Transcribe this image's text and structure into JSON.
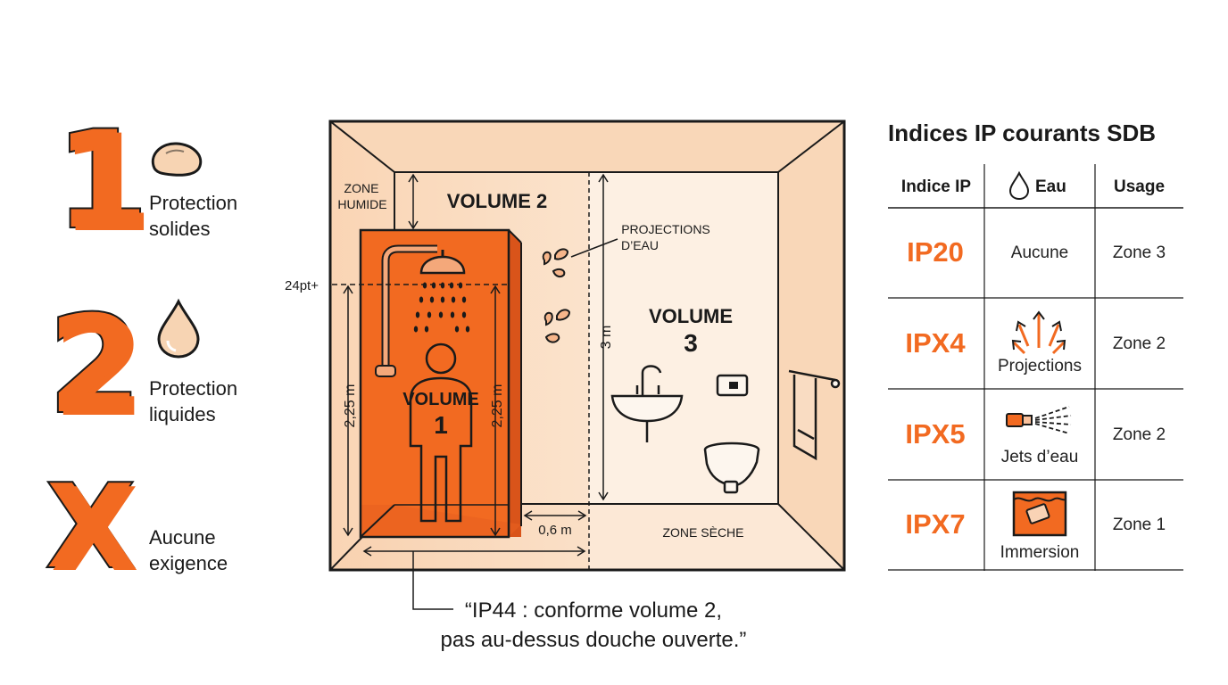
{
  "legend": [
    {
      "digit": "1",
      "icon": "stone-icon",
      "label_line1": "Protection",
      "label_line2": "solides"
    },
    {
      "digit": "2",
      "icon": "water-drop-icon",
      "label_line1": "Protection",
      "label_line2": "liquides"
    },
    {
      "digit": "X",
      "icon": "",
      "label_line1": "Aucune",
      "label_line2": "exigence"
    }
  ],
  "diagram": {
    "zone_humide_line1": "ZONE",
    "zone_humide_line2": "HUMIDE",
    "volume2": "VOLUME 2",
    "projections_line1": "PROJECTIONS",
    "projections_line2": "D’EAU",
    "volume3_word": "VOLUME",
    "volume3_num": "3",
    "volume1_word": "VOLUME",
    "volume1_num": "1",
    "height_225_left": "2,25 m",
    "height_225_right": "2,25 m",
    "height_3m": "3 m",
    "width_06": "0,6 m",
    "zone_seche": "ZONE SÈCHE",
    "height_marker": "24pt+"
  },
  "quote_line1": "“IP44 : conforme volume 2,",
  "quote_line2": "pas au-dessus douche ouverte.”",
  "table": {
    "title": "Indices IP courants SDB",
    "headers": {
      "ip": "Indice IP",
      "water": "Eau",
      "usage": "Usage"
    },
    "rows": [
      {
        "ip": "IP20",
        "water": "Aucune",
        "water_icon": "",
        "usage": "Zone 3"
      },
      {
        "ip": "IPX4",
        "water": "Projections",
        "water_icon": "splash-arrows-icon",
        "usage": "Zone 2"
      },
      {
        "ip": "IPX5",
        "water": "Jets d’eau",
        "water_icon": "water-jet-icon",
        "usage": "Zone 2"
      },
      {
        "ip": "IPX7",
        "water": "Immersion",
        "water_icon": "immersion-icon",
        "usage": "Zone 1"
      }
    ]
  },
  "colors": {
    "accent": "#f26a21",
    "room_fill": "#fbe3cc",
    "room_light": "#fdf0e3",
    "ink": "#1a1a1a"
  }
}
